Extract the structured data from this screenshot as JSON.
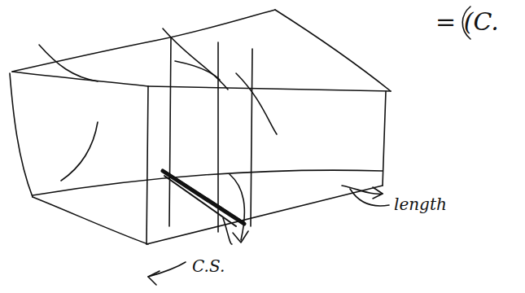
{
  "diagram": {
    "labels": [
      "= (C.",
      "length",
      "C.S."
    ]
  }
}
